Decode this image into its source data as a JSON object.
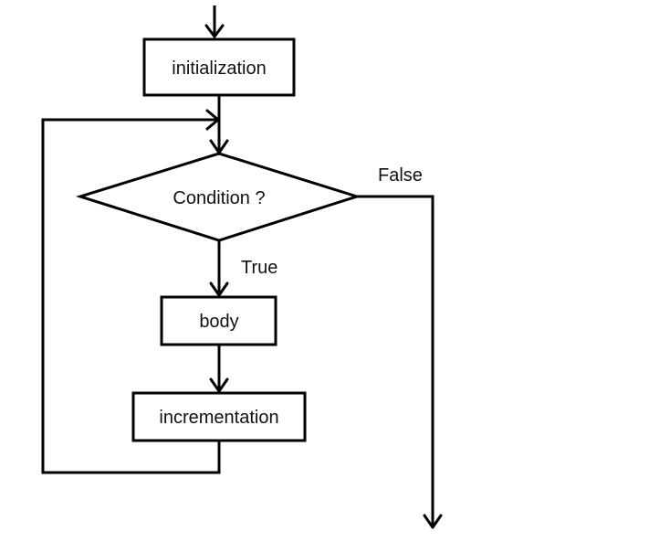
{
  "nodes": {
    "initialization": "initialization",
    "condition": "Condition ?",
    "body": "body",
    "incrementation": "incrementation"
  },
  "edge_labels": {
    "true_label": "True",
    "false_label": "False"
  }
}
